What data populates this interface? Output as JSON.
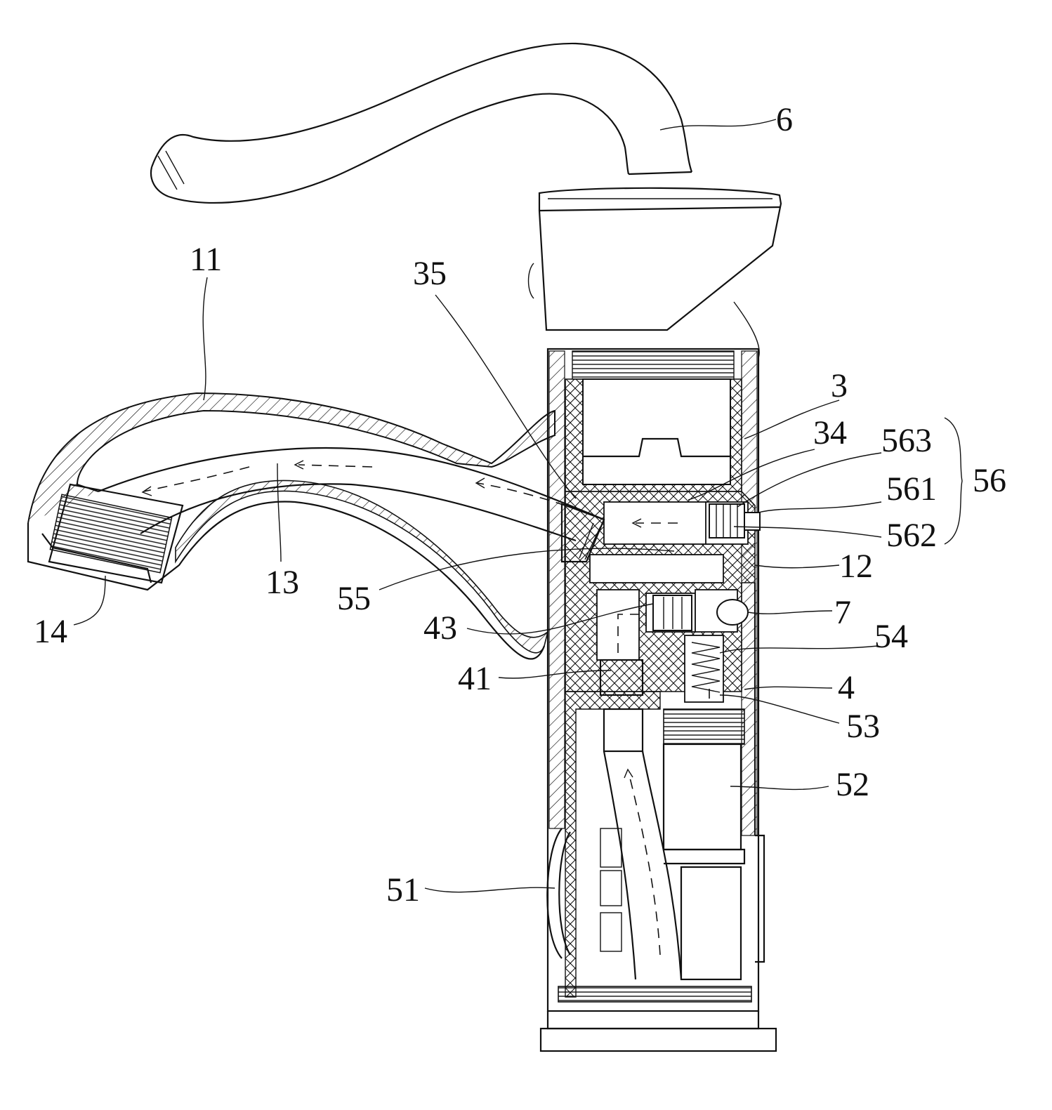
{
  "labels": {
    "l6": "6",
    "l11": "11",
    "l35": "35",
    "l3": "3",
    "l34": "34",
    "l563": "563",
    "l56": "56",
    "l561": "561",
    "l562": "562",
    "l12": "12",
    "l13": "13",
    "l55": "55",
    "l14": "14",
    "l7": "7",
    "l43": "43",
    "l54": "54",
    "l41": "41",
    "l4": "4",
    "l53": "53",
    "l52": "52",
    "l51": "51"
  }
}
